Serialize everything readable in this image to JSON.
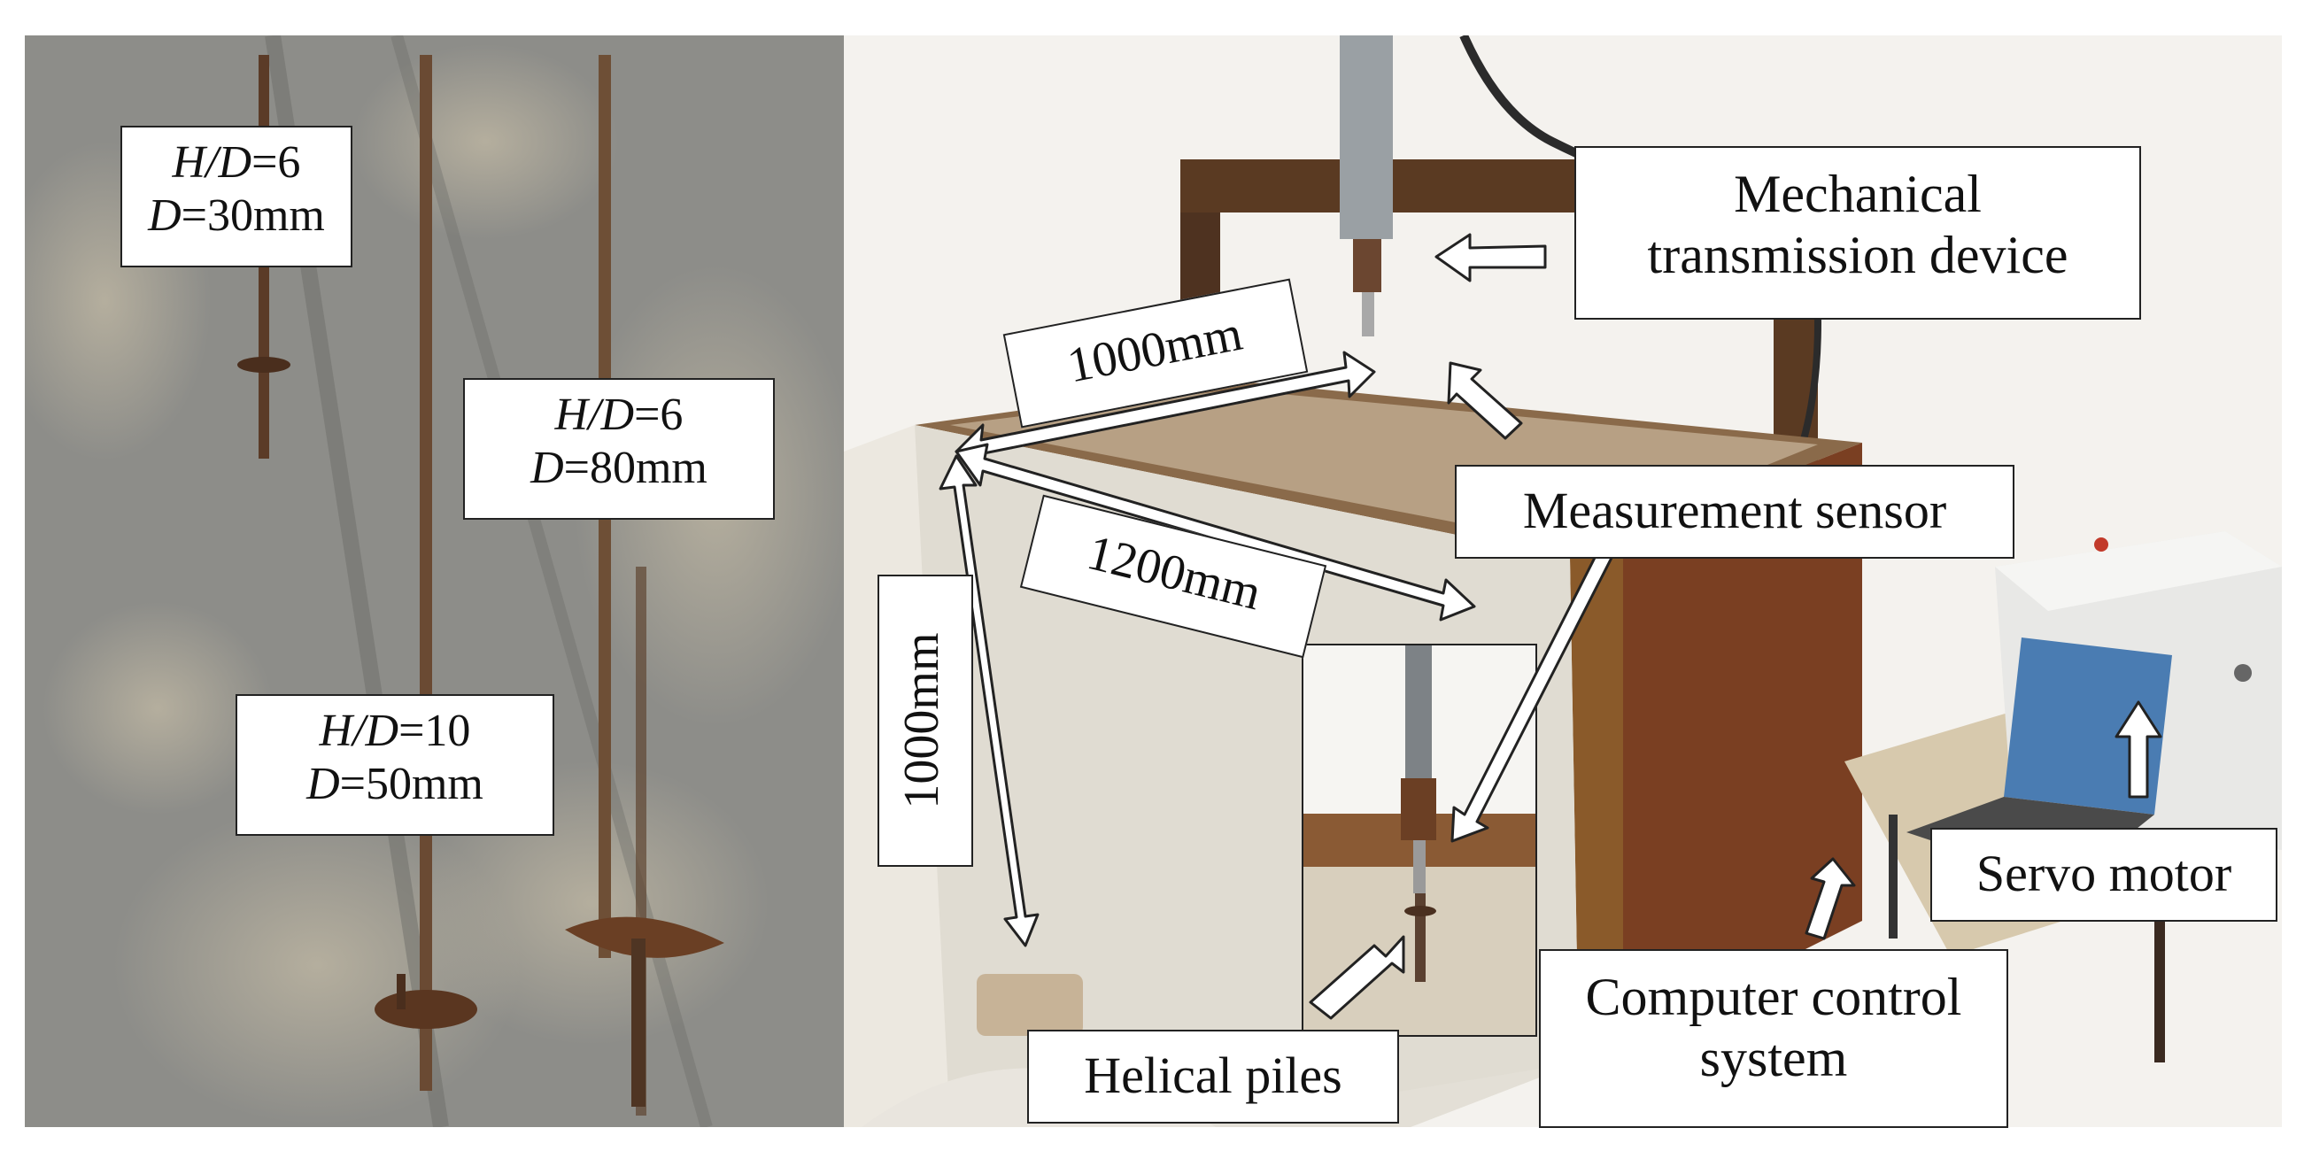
{
  "left": {
    "labels": [
      {
        "italic": "H/D",
        "ratio": "=6",
        "dvar": "D",
        "dval": "=30mm"
      },
      {
        "italic": "H/D",
        "ratio": "=6",
        "dvar": "D",
        "dval": "=80mm"
      },
      {
        "italic": "H/D",
        "ratio": "=10",
        "dvar": "D",
        "dval": "=50mm"
      }
    ]
  },
  "right": {
    "dimensions": {
      "top_width": "1000mm",
      "length": "1200mm",
      "height": "1000mm"
    },
    "components": {
      "mechanical_line1": "Mechanical",
      "mechanical_line2": "transmission device",
      "sensor": "Measurement sensor",
      "piles": "Helical piles",
      "computer_line1": "Computer control",
      "computer_line2": "system",
      "servo": "Servo motor"
    }
  },
  "colors": {
    "ground": "#8a8a86",
    "steel": "#5a3a22",
    "rust": "#7a4a2c",
    "label_bg": "#ffffff",
    "arrow_fill": "#ffffff",
    "outline": "#222222"
  }
}
